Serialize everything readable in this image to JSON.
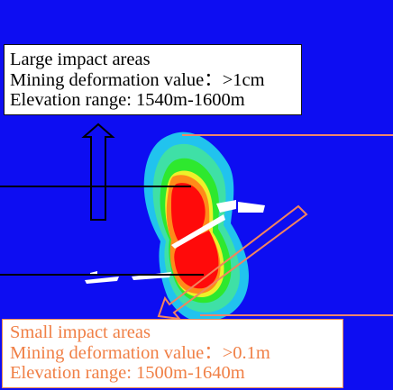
{
  "colors": {
    "background": "#0d0df2",
    "large_area_text": "#000000",
    "small_area_text": "#f07f45",
    "small_area_border": "#f08a56"
  },
  "large_area": {
    "title": "Large impact areas",
    "deformation": "Mining deformation value：>1cm",
    "elevation": "Elevation range: 1540m-1600m"
  },
  "small_area": {
    "title": "Small impact areas",
    "deformation": "Mining deformation value：>0.1m",
    "elevation": "Elevation range: 1500m-1640m"
  },
  "icons": {
    "up_arrow": "up-arrow-icon",
    "diagonal_arrow": "diagonal-arrow-icon"
  }
}
